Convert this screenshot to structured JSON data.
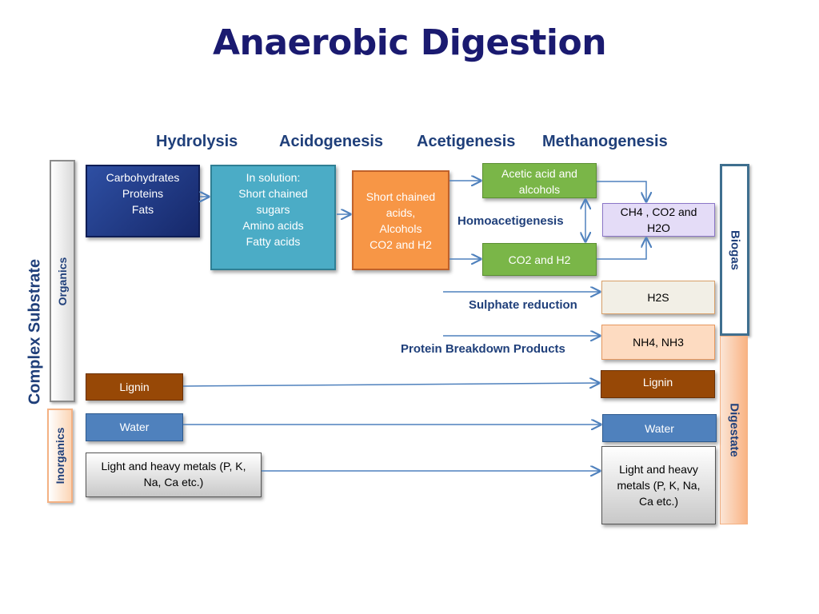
{
  "title": "Anaerobic Digestion",
  "stages": {
    "hydrolysis": "Hydrolysis",
    "acidogenesis": "Acidogenesis",
    "acetigenesis": "Acetigenesis",
    "methanogenesis": "Methanogenesis"
  },
  "side_labels": {
    "complex_substrate": "Complex Substrate",
    "organics": "Organics",
    "inorganics": "Inorganics",
    "biogas": "Biogas",
    "digestate": "Digestate"
  },
  "boxes": {
    "carbohydrates": "Carbohydrates\nProteins\nFats",
    "in_solution": "In solution:\nShort chained\nsugars\nAmino acids\nFatty acids",
    "short_chained": "Short chained\nacids,\nAlcohols\nCO2 and H2",
    "acetic_acid": "Acetic acid and\nalcohols",
    "co2_h2": "CO2 and H2",
    "ch4": "CH4 , CO2 and\nH2O",
    "h2s": "H2S",
    "nh4": "NH4, NH3",
    "lignin_in": "Lignin",
    "lignin_out": "Lignin",
    "water_in": "Water",
    "water_out": "Water",
    "metals_in": "Light and heavy metals (P, K,\nNa, Ca etc.)",
    "metals_out": "Light and heavy\nmetals (P, K, Na,\nCa etc.)"
  },
  "process_labels": {
    "homoacetigenesis": "Homoacetigenesis",
    "sulphate_reduction": "Sulphate reduction",
    "protein_breakdown": "Protein Breakdown Products"
  },
  "colors": {
    "title": "#1a1a70",
    "label": "#1f3f7a",
    "arrow": "#4f81bd"
  }
}
